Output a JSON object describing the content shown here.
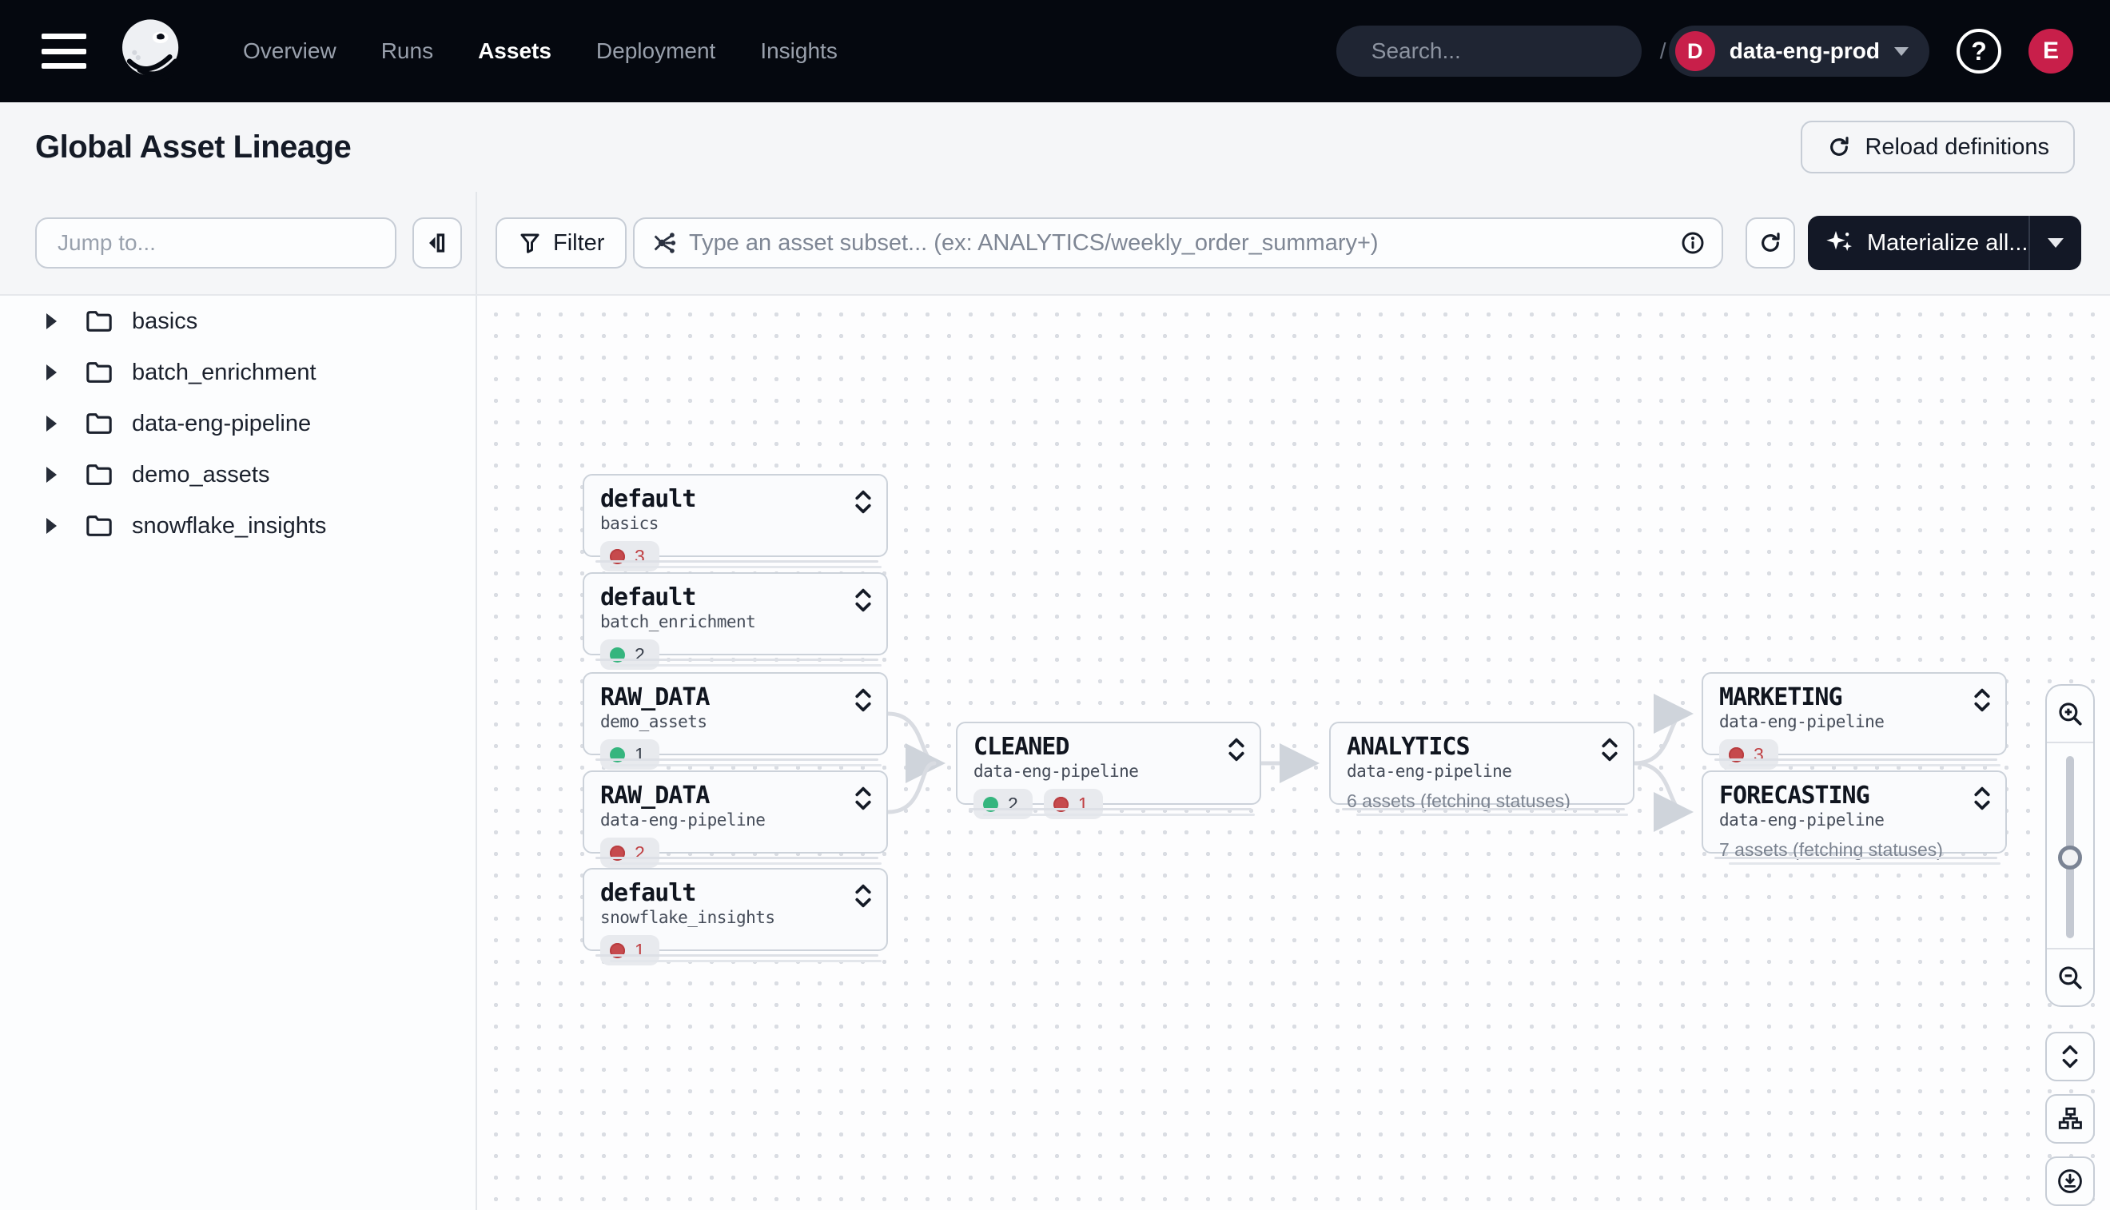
{
  "colors": {
    "navbar_bg": "#05080f",
    "accent_crimson": "#c81f4a",
    "materialized_green": "#35b57e",
    "failed_red": "#c64a4d",
    "dark_button_bg": "#131826",
    "canvas_bg": "#fdfdfe"
  },
  "navbar": {
    "items": [
      {
        "label": "Overview",
        "active": false
      },
      {
        "label": "Runs",
        "active": false
      },
      {
        "label": "Assets",
        "active": true
      },
      {
        "label": "Deployment",
        "active": false
      },
      {
        "label": "Insights",
        "active": false
      }
    ],
    "search_placeholder": "Search...",
    "search_shortcut": "/",
    "workspace": {
      "initial": "D",
      "name": "data-eng-prod"
    },
    "help_glyph": "?",
    "avatar_initial": "E"
  },
  "header": {
    "title": "Global Asset Lineage",
    "reload_button_label": "Reload definitions"
  },
  "sidebar": {
    "jump_placeholder": "Jump to...",
    "folders": [
      {
        "label": "basics"
      },
      {
        "label": "batch_enrichment"
      },
      {
        "label": "data-eng-pipeline"
      },
      {
        "label": "demo_assets"
      },
      {
        "label": "snowflake_insights"
      }
    ]
  },
  "toolbar": {
    "filter_label": "Filter",
    "subset_placeholder": "Type an asset subset... (ex: ANALYTICS/weekly_order_summary+)",
    "materialize_label": "Materialize all..."
  },
  "graph": {
    "nodes": [
      {
        "title": "default",
        "group": "basics",
        "badges": [
          {
            "status": "failed",
            "count": "3"
          }
        ]
      },
      {
        "title": "default",
        "group": "batch_enrichment",
        "badges": [
          {
            "status": "materialized",
            "count": "2"
          }
        ]
      },
      {
        "title": "RAW_DATA",
        "group": "demo_assets",
        "badges": [
          {
            "status": "materialized",
            "count": "1"
          }
        ]
      },
      {
        "title": "RAW_DATA",
        "group": "data-eng-pipeline",
        "badges": [
          {
            "status": "failed",
            "count": "2"
          }
        ]
      },
      {
        "title": "default",
        "group": "snowflake_insights",
        "badges": [
          {
            "status": "failed",
            "count": "1"
          }
        ]
      },
      {
        "title": "CLEANED",
        "group": "data-eng-pipeline",
        "badges": [
          {
            "status": "materialized",
            "count": "2"
          },
          {
            "status": "failed",
            "count": "1"
          }
        ]
      },
      {
        "title": "ANALYTICS",
        "group": "data-eng-pipeline",
        "status_text": "6 assets (fetching statuses)"
      },
      {
        "title": "MARKETING",
        "group": "data-eng-pipeline",
        "badges": [
          {
            "status": "failed",
            "count": "3"
          }
        ]
      },
      {
        "title": "FORECASTING",
        "group": "data-eng-pipeline",
        "status_text": "7 assets (fetching statuses)"
      }
    ]
  }
}
